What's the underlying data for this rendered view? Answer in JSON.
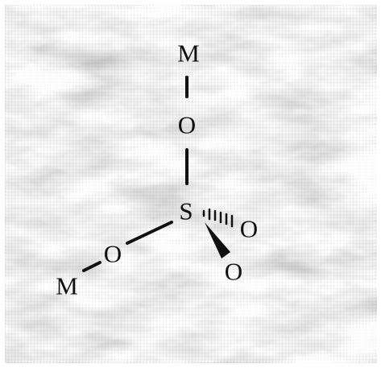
{
  "diagram": {
    "atoms": {
      "metal_top": "M",
      "oxygen_top": "O",
      "sulfur": "S",
      "oxygen_hashed": "O",
      "oxygen_wedge": "O",
      "oxygen_left": "O",
      "metal_left": "M"
    },
    "colors": {
      "ink": "#111111",
      "paper_base": "#d9d9d9",
      "paper_light": "#f2f2f2",
      "paper_dark": "#a9a9a9"
    }
  }
}
